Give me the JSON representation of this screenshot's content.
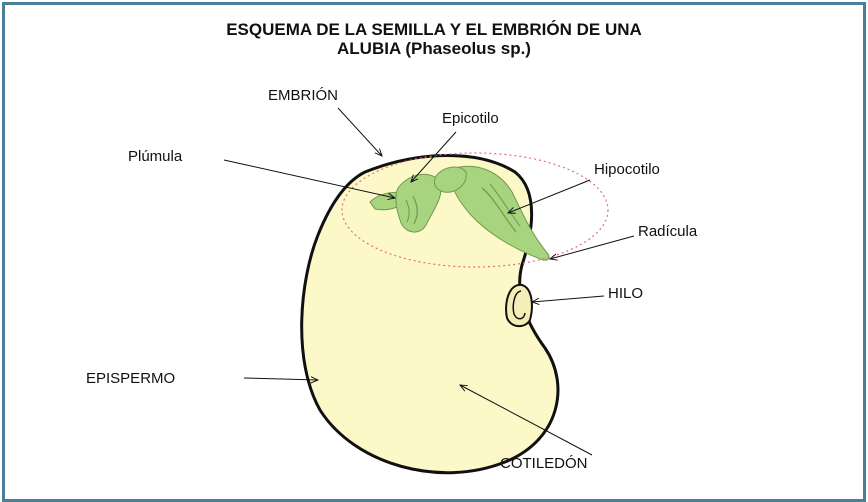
{
  "title": {
    "line1": "ESQUEMA DE LA SEMILLA Y EL EMBRIÓN DE UNA",
    "line2": "ALUBIA (Phaseolus sp.)"
  },
  "labels": {
    "embrion": "EMBRIÓN",
    "epicotilo": "Epicotilo",
    "plumula": "Plúmula",
    "hipocotilo": "Hipocotilo",
    "radicula": "Radícula",
    "hilo": "HILO",
    "epispermo": "EPISPERMO",
    "cotiledon": "COTILEDÓN"
  },
  "colors": {
    "frame": "#4a7f95",
    "seed_fill": "#fdf8c8",
    "embryo_fill": "#a8d37f",
    "embryo_stroke": "#6f9a4c",
    "dashed_ellipse": "#e0707a"
  }
}
